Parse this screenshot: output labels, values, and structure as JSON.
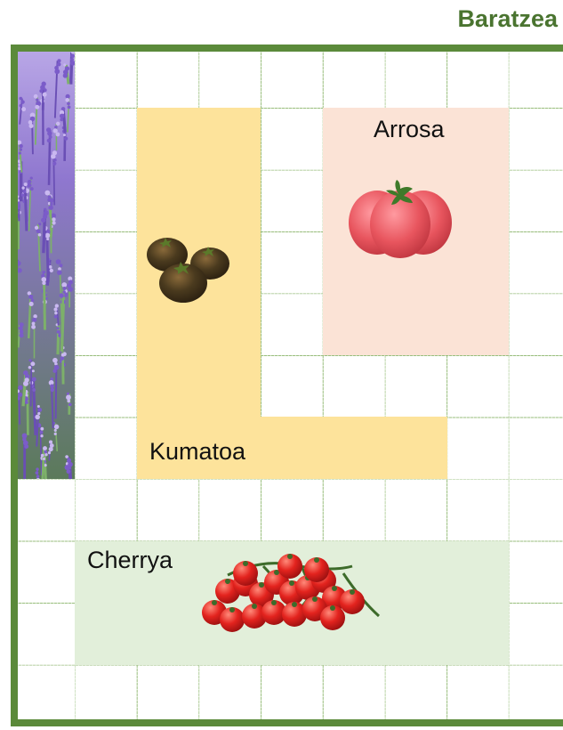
{
  "title": "Baratzea",
  "beds": {
    "arrosa": {
      "label": "Arrosa"
    },
    "kumatoa": {
      "label": "Kumatoa"
    },
    "cherrya": {
      "label": "Cherrya"
    }
  },
  "colors": {
    "frame": "#5b8a3a",
    "title": "#4a7430",
    "kumatoa_bed": "#fde39b",
    "arrosa_bed": "#fbe3d6",
    "cherrya_bed": "#e2efda",
    "grid_line": "#8fb86f"
  },
  "images": {
    "lavender": "lavender-field-image",
    "kumatoa": "dark-tomatoes-image",
    "arrosa": "pink-tomato-image",
    "cherrya": "cherry-tomatoes-vine-image"
  }
}
